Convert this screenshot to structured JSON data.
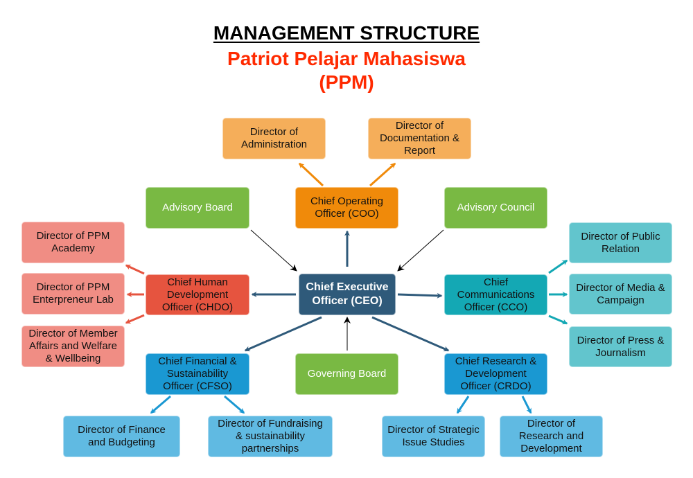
{
  "header": {
    "title": "MANAGEMENT STRUCTURE",
    "org_name": "Patriot Pelajar Mahasiswa",
    "org_abbr": "(PPM)"
  },
  "colors": {
    "ceo": "#2f5a7a",
    "coo": "#f08a0a",
    "coo_directors": "#f5ae5a",
    "boards": "#79b943",
    "chdo": "#e6543f",
    "chdo_directors": "#f08d84",
    "cco": "#14a8b4",
    "cco_directors": "#62c5cd",
    "cfso_crdo": "#1a98d2",
    "cfso_crdo_directors": "#60bae2",
    "title_red": "#ff2a00"
  },
  "nodes": {
    "ceo": "Chief Executive\nOfficer (CEO)",
    "coo": "Chief Operating\nOfficer (COO)",
    "dir_admin": "Director of\nAdministration",
    "dir_doc": "Director of\nDocumentation &\nReport",
    "advisory_board": "Advisory Board",
    "advisory_council": "Advisory Council",
    "governing_board": "Governing Board",
    "chdo": "Chief Human\nDevelopment\nOfficer (CHDO)",
    "dir_academy": "Director of PPM\nAcademy",
    "dir_lab": "Director of PPM\nEnterpreneur Lab",
    "dir_member": "Director of Member\nAffairs and Welfare\n& Wellbeing",
    "cco": "Chief\nCommunications\nOfficer (CCO)",
    "dir_pr": "Director of Public\nRelation",
    "dir_media": "Director of Media &\nCampaign",
    "dir_press": "Director of Press &\nJournalism",
    "cfso": "Chief Financial &\nSustainability\nOfficer (CFSO)",
    "dir_finance": "Director of Finance\nand Budgeting",
    "dir_fundraising": "Director of Fundraising\n& sustainability\npartnerships",
    "crdo": "Chief Research &\nDevelopment\nOfficer (CRDO)",
    "dir_strategic": "Director of Strategic\nIssue Studies",
    "dir_rnd": "Director of\nResearch and\nDevelopment"
  },
  "edges": [
    {
      "from": "ceo",
      "to": "coo",
      "style": "ceo"
    },
    {
      "from": "ceo",
      "to": "chdo",
      "style": "ceo"
    },
    {
      "from": "ceo",
      "to": "cco",
      "style": "ceo"
    },
    {
      "from": "ceo",
      "to": "cfso",
      "style": "ceo"
    },
    {
      "from": "ceo",
      "to": "crdo",
      "style": "ceo"
    },
    {
      "from": "advisory_board",
      "to": "ceo",
      "style": "thin"
    },
    {
      "from": "advisory_council",
      "to": "ceo",
      "style": "thin"
    },
    {
      "from": "governing_board",
      "to": "ceo",
      "style": "thin"
    },
    {
      "from": "coo",
      "to": "dir_admin",
      "style": "coo"
    },
    {
      "from": "coo",
      "to": "dir_doc",
      "style": "coo"
    },
    {
      "from": "chdo",
      "to": "dir_academy",
      "style": "chdo"
    },
    {
      "from": "chdo",
      "to": "dir_lab",
      "style": "chdo"
    },
    {
      "from": "chdo",
      "to": "dir_member",
      "style": "chdo"
    },
    {
      "from": "cco",
      "to": "dir_pr",
      "style": "cco"
    },
    {
      "from": "cco",
      "to": "dir_media",
      "style": "cco"
    },
    {
      "from": "cco",
      "to": "dir_press",
      "style": "cco"
    },
    {
      "from": "cfso",
      "to": "dir_finance",
      "style": "blue"
    },
    {
      "from": "cfso",
      "to": "dir_fundraising",
      "style": "blue"
    },
    {
      "from": "crdo",
      "to": "dir_strategic",
      "style": "blue"
    },
    {
      "from": "crdo",
      "to": "dir_rnd",
      "style": "blue"
    }
  ]
}
